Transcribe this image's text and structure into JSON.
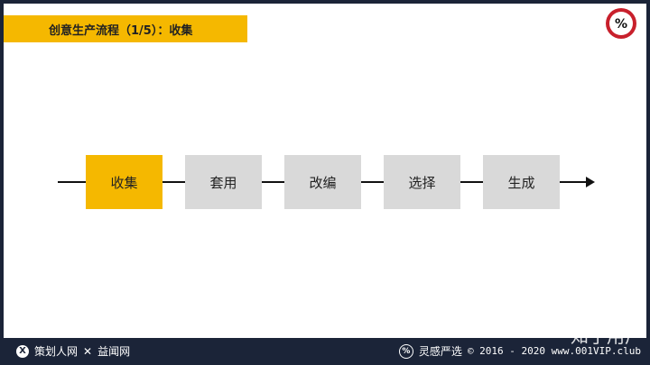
{
  "title": "创意生产流程（1/5）：收集",
  "steps": [
    "收集",
    "套用",
    "改编",
    "选择",
    "生成"
  ],
  "active_step": 0,
  "footer": {
    "left_brand": "策划人网",
    "separator": "✕",
    "right_brand": "益闻网",
    "lingan": "灵感严选",
    "copyright": "© 2016 - 2020 www.001VIP.club"
  },
  "watermark": "知乎用户",
  "colors": {
    "accent": "#f5b800",
    "step_bg": "#d9d9d9",
    "frame": "#1b2438"
  },
  "icons": {
    "logo": "percent-badge-icon",
    "x_badge": "x-circle-icon"
  }
}
